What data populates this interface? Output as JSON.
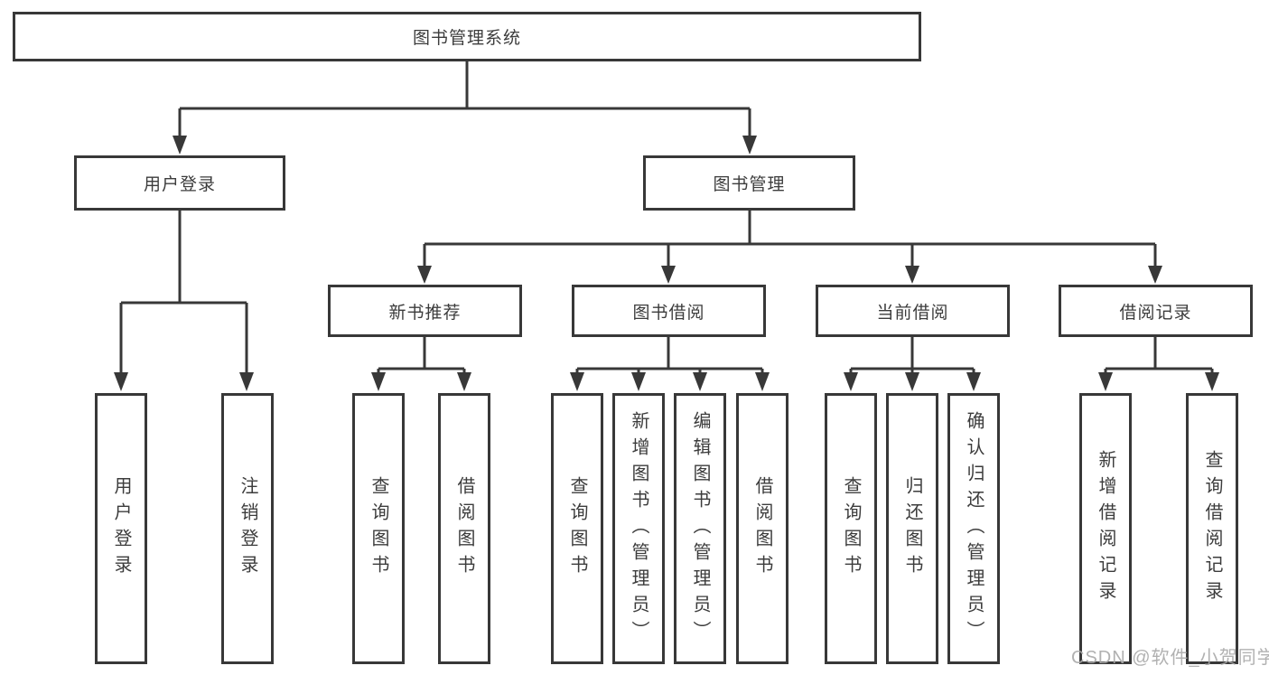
{
  "nodes": {
    "root": "图书管理系统",
    "user_login": "用户登录",
    "book_mgmt": "图书管理",
    "new_book_recommend": "新书推荐",
    "book_borrow": "图书借阅",
    "current_borrow": "当前借阅",
    "borrow_records": "借阅记录",
    "login_user_login": "用户登录",
    "login_logout": "注销登录",
    "recommend_query_book": "查询图书",
    "recommend_borrow_book": "借阅图书",
    "borrow_query_book": "查询图书",
    "borrow_add_book": "新增图书（管理员）",
    "borrow_edit_book": "编辑图书（管理员）",
    "borrow_borrow_book": "借阅图书",
    "current_query_book": "查询图书",
    "current_return_book": "归还图书",
    "current_confirm_return": "确认归还（管理员）",
    "records_add_record": "新增借阅记录",
    "records_query_record": "查询借阅记录"
  },
  "watermark": "CSDN @软件_小贺同学",
  "colors": {
    "line": "#383838",
    "box_border": "#383838",
    "box_fill": "#ffffff",
    "text": "#3c3c3c",
    "watermark": "#a8a8a8",
    "background": "#ffffff"
  }
}
